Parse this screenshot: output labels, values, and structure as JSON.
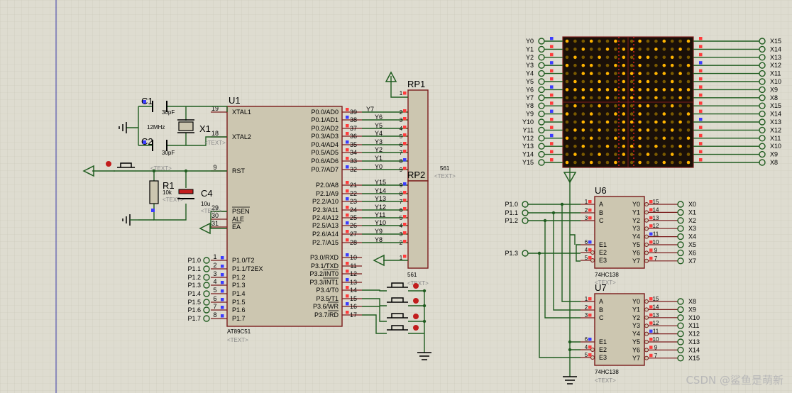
{
  "u1": {
    "ref": "U1",
    "part": "AT89C51",
    "text": "<TEXT>",
    "left_pins": [
      {
        "num": "19",
        "label": "XTAL1"
      },
      {
        "num": "18",
        "label": "XTAL2"
      },
      {
        "num": "9",
        "label": "RST"
      },
      {
        "num": "29",
        "label": "PSEN"
      },
      {
        "num": "30",
        "label": "ALE"
      },
      {
        "num": "31",
        "label": "EA"
      },
      {
        "num": "1",
        "label": "P1.0/T2"
      },
      {
        "num": "2",
        "label": "P1.1/T2EX"
      },
      {
        "num": "3",
        "label": "P1.2"
      },
      {
        "num": "4",
        "label": "P1.3"
      },
      {
        "num": "5",
        "label": "P1.4"
      },
      {
        "num": "6",
        "label": "P1.5"
      },
      {
        "num": "7",
        "label": "P1.6"
      },
      {
        "num": "8",
        "label": "P1.7"
      }
    ],
    "right_pins": [
      {
        "num": "39",
        "label": "P0.0/AD0"
      },
      {
        "num": "38",
        "label": "P0.1/AD1"
      },
      {
        "num": "37",
        "label": "P0.2/AD2"
      },
      {
        "num": "36",
        "label": "P0.3/AD3"
      },
      {
        "num": "35",
        "label": "P0.4/AD4"
      },
      {
        "num": "34",
        "label": "P0.5/AD5"
      },
      {
        "num": "33",
        "label": "P0.6/AD6"
      },
      {
        "num": "32",
        "label": "P0.7/AD7"
      },
      {
        "num": "21",
        "label": "P2.0/A8"
      },
      {
        "num": "22",
        "label": "P2.1/A9"
      },
      {
        "num": "23",
        "label": "P2.2/A10"
      },
      {
        "num": "24",
        "label": "P2.3/A11"
      },
      {
        "num": "25",
        "label": "P2.4/A12"
      },
      {
        "num": "26",
        "label": "P2.5/A13"
      },
      {
        "num": "27",
        "label": "P2.6/A14"
      },
      {
        "num": "28",
        "label": "P2.7/A15"
      },
      {
        "num": "10",
        "label": "P3.0/RXD"
      },
      {
        "num": "11",
        "label": "P3.1/TXD"
      },
      {
        "num": "12",
        "label": "P3.2/INT0"
      },
      {
        "num": "13",
        "label": "P3.3/INT1"
      },
      {
        "num": "14",
        "label": "P3.4/T0"
      },
      {
        "num": "15",
        "label": "P3.5/T1"
      },
      {
        "num": "16",
        "label": "P3.6/WR"
      },
      {
        "num": "17",
        "label": "P3.7/RD"
      }
    ],
    "p0_nets": [
      "Y7",
      "Y6",
      "Y5",
      "Y4",
      "Y3",
      "Y2",
      "Y1",
      "Y0"
    ],
    "p2_nets": [
      "Y15",
      "Y14",
      "Y13",
      "Y12",
      "Y11",
      "Y10",
      "Y9",
      "Y8"
    ],
    "p1_terminals": [
      "P1.0",
      "P1.1",
      "P1.2",
      "P1.3",
      "P1.4",
      "P1.5",
      "P1.6",
      "P1.7"
    ]
  },
  "rp1": {
    "ref": "RP1",
    "value": "561",
    "text": "<TEXT>",
    "pins": [
      "1",
      "2",
      "3",
      "4",
      "5",
      "6",
      "7",
      "8",
      "9"
    ]
  },
  "rp2": {
    "ref": "RP2",
    "value": "561",
    "text": "<TEXT>",
    "pins": [
      "9",
      "8",
      "7",
      "6",
      "5",
      "4",
      "3",
      "2",
      "1"
    ]
  },
  "c1": {
    "ref": "C1",
    "value": "30pF"
  },
  "c2": {
    "ref": "C2",
    "value": "30pF"
  },
  "x1": {
    "ref": "X1",
    "value": "12MHz",
    "text": "<TEXT>"
  },
  "r1": {
    "ref": "R1",
    "value": "10k",
    "text": "<TEXT>"
  },
  "c4": {
    "ref": "C4",
    "value": "10u",
    "text": "<TEXT>"
  },
  "reset_sw": {
    "text": "<TEXT>"
  },
  "matrix": {
    "rows_left": [
      "Y0",
      "Y1",
      "Y2",
      "Y3",
      "Y4",
      "Y5",
      "Y6",
      "Y7",
      "Y8",
      "Y9",
      "Y10",
      "Y11",
      "Y12",
      "Y13",
      "Y14",
      "Y15"
    ],
    "rows_right": [
      "X15",
      "X14",
      "X13",
      "X12",
      "X11",
      "X10",
      "X9",
      "X8",
      "X15",
      "X14",
      "X13",
      "X12",
      "X11",
      "X10",
      "X9",
      "X8"
    ]
  },
  "u6": {
    "ref": "U6",
    "part": "74HC138",
    "text": "<TEXT>",
    "inputs": [
      {
        "num": "1",
        "label": "A"
      },
      {
        "num": "2",
        "label": "B"
      },
      {
        "num": "3",
        "label": "C"
      },
      {
        "num": "6",
        "label": "E1"
      },
      {
        "num": "4",
        "label": "E2"
      },
      {
        "num": "5",
        "label": "E3"
      }
    ],
    "outputs": [
      {
        "num": "15",
        "label": "Y0",
        "net": "X0"
      },
      {
        "num": "14",
        "label": "Y1",
        "net": "X1"
      },
      {
        "num": "13",
        "label": "Y2",
        "net": "X2"
      },
      {
        "num": "12",
        "label": "Y3",
        "net": "X3"
      },
      {
        "num": "11",
        "label": "Y4",
        "net": "X4"
      },
      {
        "num": "10",
        "label": "Y5",
        "net": "X5"
      },
      {
        "num": "9",
        "label": "Y6",
        "net": "X6"
      },
      {
        "num": "7",
        "label": "Y7",
        "net": "X7"
      }
    ],
    "in_terminals": [
      "P1.0",
      "P1.1",
      "P1.2",
      "P1.3"
    ]
  },
  "u7": {
    "ref": "U7",
    "part": "74HC138",
    "text": "<TEXT>",
    "inputs": [
      {
        "num": "1",
        "label": "A"
      },
      {
        "num": "2",
        "label": "B"
      },
      {
        "num": "3",
        "label": "C"
      },
      {
        "num": "6",
        "label": "E1"
      },
      {
        "num": "4",
        "label": "E2"
      },
      {
        "num": "5",
        "label": "E3"
      }
    ],
    "outputs": [
      {
        "num": "15",
        "label": "Y0",
        "net": "X8"
      },
      {
        "num": "14",
        "label": "Y1",
        "net": "X9"
      },
      {
        "num": "13",
        "label": "Y2",
        "net": "X10"
      },
      {
        "num": "12",
        "label": "Y3",
        "net": "X11"
      },
      {
        "num": "11",
        "label": "Y4",
        "net": "X12"
      },
      {
        "num": "10",
        "label": "Y5",
        "net": "X13"
      },
      {
        "num": "9",
        "label": "Y6",
        "net": "X14"
      },
      {
        "num": "7",
        "label": "Y7",
        "net": "X15"
      }
    ]
  },
  "watermark": "CSDN @鲨鱼是萌新",
  "colors": {
    "background": "#dedcd0",
    "grid": "#c9c7b9",
    "wire": "#1f5c1f",
    "body": "#7a1b1b",
    "fill": "#ccc6b0",
    "led_on": "#ffb400",
    "led_off": "#7a5a00",
    "matrix_bg": "#1a1008"
  }
}
